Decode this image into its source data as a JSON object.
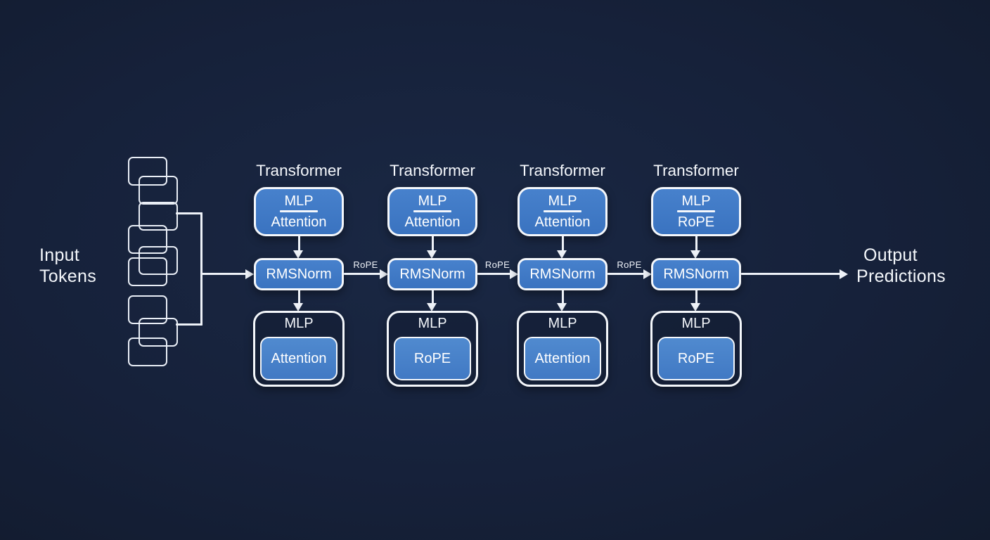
{
  "colors": {
    "background": "#16213a",
    "box_fill_blue": "#3e79c6",
    "inner_box_fill_blue": "#4a85ce",
    "line_white": "#eef2f8",
    "text_white": "#ffffff"
  },
  "input_label": {
    "line1": "Input",
    "line2": "Tokens"
  },
  "output_label": {
    "line1": "Output",
    "line2": "Predictions"
  },
  "transformers": [
    {
      "title": "Transformer",
      "top_numerator": "MLP",
      "top_denominator": "Attention",
      "norm": "RMSNorm",
      "bottom_label": "MLP",
      "bottom_inner": "Attention"
    },
    {
      "title": "Transformer",
      "top_numerator": "MLP",
      "top_denominator": "Attention",
      "norm": "RMSNorm",
      "bottom_label": "MLP",
      "bottom_inner": "RoPE"
    },
    {
      "title": "Transformer",
      "top_numerator": "MLP",
      "top_denominator": "Attention",
      "norm": "RMSNorm",
      "bottom_label": "MLP",
      "bottom_inner": "Attention"
    },
    {
      "title": "Transformer",
      "top_numerator": "MLP",
      "top_denominator": "RoPE",
      "norm": "RMSNorm",
      "bottom_label": "MLP",
      "bottom_inner": "RoPE"
    }
  ],
  "connectors": [
    {
      "label": "RoPE"
    },
    {
      "label": "RoPE"
    },
    {
      "label": "RoPE"
    }
  ]
}
